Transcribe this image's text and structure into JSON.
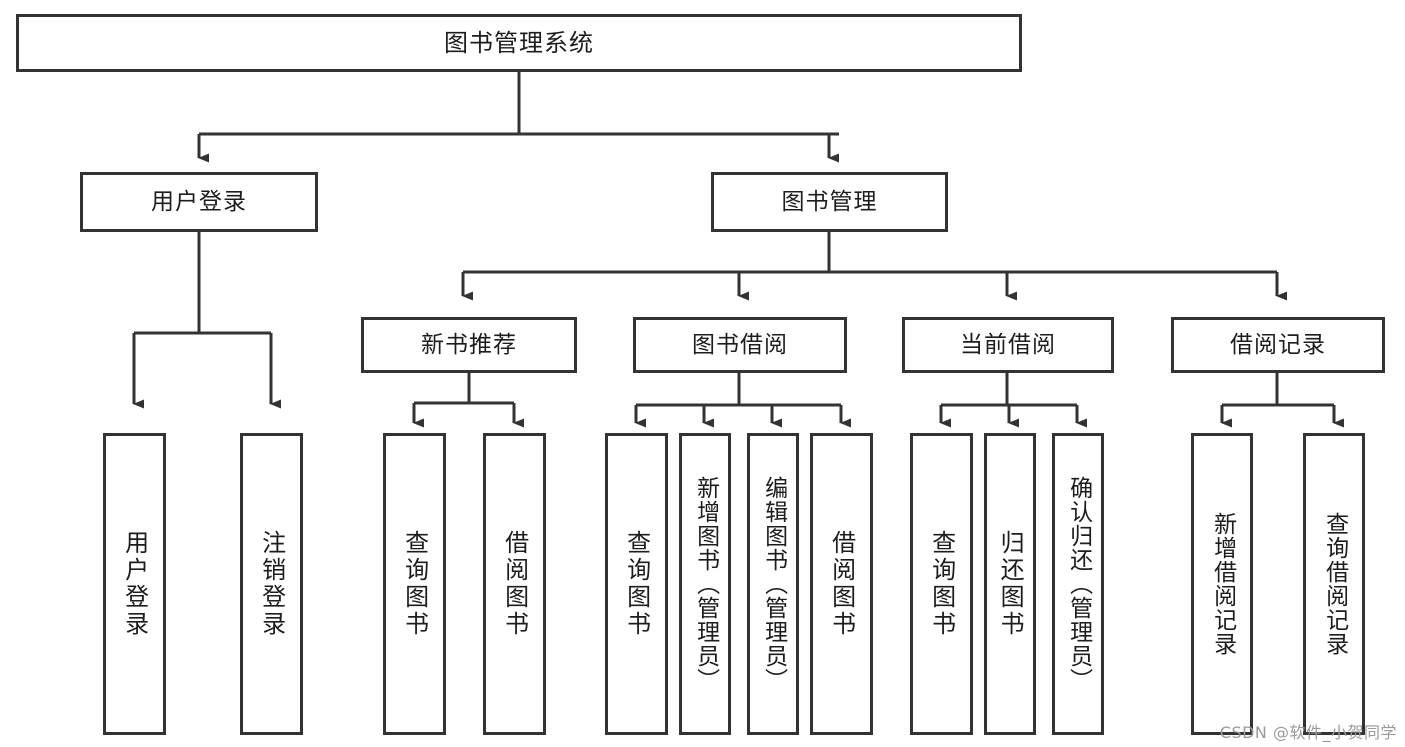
{
  "diagram": {
    "title": "图书管理系统",
    "type": "tree-hierarchy-chart",
    "orientation": "top-down",
    "colors": {
      "background": "#ffffff",
      "node_border": "#333333",
      "node_fill": "#ffffff",
      "edge": "#333333",
      "text": "#1d1d1d",
      "watermark": "#9a9a9a"
    },
    "nodes": {
      "root": {
        "label": "图书管理系统"
      },
      "level2": [
        {
          "label": "用户登录"
        },
        {
          "label": "图书管理"
        }
      ],
      "level3": [
        {
          "label": "新书推荐"
        },
        {
          "label": "图书借阅"
        },
        {
          "label": "当前借阅"
        },
        {
          "label": "借阅记录"
        }
      ],
      "leaves_user_login": [
        {
          "label": "用户登录"
        },
        {
          "label": "注销登录"
        }
      ],
      "leaves_new_book": [
        {
          "label": "查询图书"
        },
        {
          "label": "借阅图书"
        }
      ],
      "leaves_borrow": [
        {
          "label": "查询图书"
        },
        {
          "label": "新增图书（管理员）"
        },
        {
          "label": "编辑图书（管理员）"
        },
        {
          "label": "借阅图书"
        }
      ],
      "leaves_current": [
        {
          "label": "查询图书"
        },
        {
          "label": "归还图书"
        },
        {
          "label": "确认归还（管理员）"
        }
      ],
      "leaves_records": [
        {
          "label": "新增借阅记录"
        },
        {
          "label": "查询借阅记录"
        }
      ]
    }
  },
  "watermark": {
    "text": "CSDN @软件_小贺同学"
  }
}
